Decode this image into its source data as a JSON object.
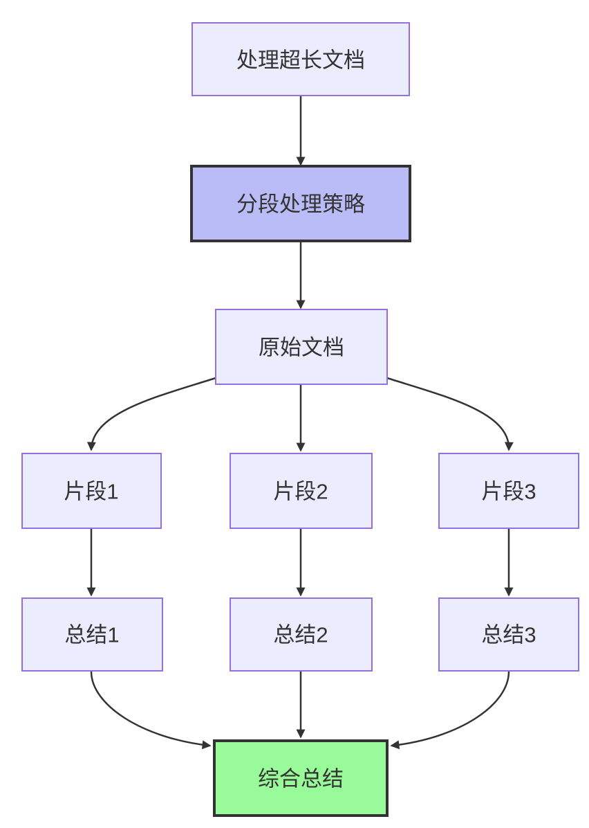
{
  "diagram_type": "flowchart-top-down",
  "colors": {
    "node_fill": "#ECECFF",
    "node_border": "#9370DB",
    "emphasis_fill": "#b9bcf6",
    "emphasis_border": "#333333",
    "success_fill": "#99fa99",
    "success_border": "#333333",
    "edge": "#333333",
    "text": "#333333",
    "background": "#ffffff"
  },
  "nodes": [
    {
      "id": "task",
      "label": "处理超长文档",
      "kind": "default"
    },
    {
      "id": "strategy",
      "label": "分段处理策略",
      "kind": "emphasis"
    },
    {
      "id": "doc",
      "label": "原始文档",
      "kind": "default"
    },
    {
      "id": "frag1",
      "label": "片段1",
      "kind": "default"
    },
    {
      "id": "frag2",
      "label": "片段2",
      "kind": "default"
    },
    {
      "id": "frag3",
      "label": "片段3",
      "kind": "default"
    },
    {
      "id": "sum1",
      "label": "总结1",
      "kind": "default"
    },
    {
      "id": "sum2",
      "label": "总结2",
      "kind": "default"
    },
    {
      "id": "sum3",
      "label": "总结3",
      "kind": "default"
    },
    {
      "id": "final",
      "label": "综合总结",
      "kind": "success"
    }
  ],
  "edges": [
    {
      "from": "处理超长文档",
      "to": "分段处理策略"
    },
    {
      "from": "分段处理策略",
      "to": "原始文档"
    },
    {
      "from": "原始文档",
      "to": "片段1"
    },
    {
      "from": "原始文档",
      "to": "片段2"
    },
    {
      "from": "原始文档",
      "to": "片段3"
    },
    {
      "from": "片段1",
      "to": "总结1"
    },
    {
      "from": "片段2",
      "to": "总结2"
    },
    {
      "from": "片段3",
      "to": "总结3"
    },
    {
      "from": "总结1",
      "to": "综合总结"
    },
    {
      "from": "总结2",
      "to": "综合总结"
    },
    {
      "from": "总结3",
      "to": "综合总结"
    }
  ]
}
